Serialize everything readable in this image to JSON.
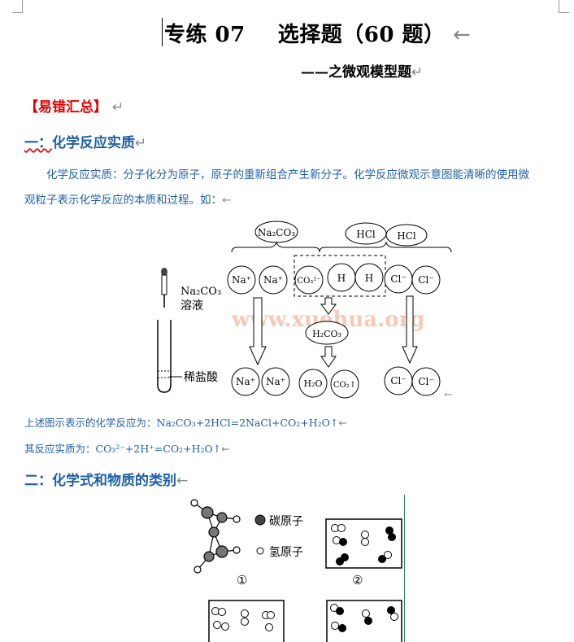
{
  "title": {
    "part1": "专练 07",
    "part2": "选择题（60 题）"
  },
  "subtitle": "——之微观模型题",
  "tag": "【易错汇总】",
  "section1": {
    "heading_prefix": "一：",
    "heading_text": "化学反应实质",
    "para_line1": "化学反应实质：分子化分为原子，原子的重新组合产生新分子。化学反应微观示意图能清晰的使用微",
    "para_line2": "观粒子表示化学反应的本质和过程。如："
  },
  "diagram1": {
    "reactant1": "Na₂CO₃",
    "reactant2": "HCl",
    "ions_top": [
      "Na⁺",
      "Na⁺",
      "CO₃²⁻",
      "H",
      "H",
      "Cl⁻",
      "Cl⁻"
    ],
    "intermediate": "H₂CO₃",
    "ions_bottom": [
      "Na⁺",
      "Na⁺",
      "H₂O",
      "CO₂↑",
      "Cl⁻",
      "Cl⁻"
    ],
    "tube_label_1": "Na₂CO₃",
    "tube_label_2": "溶液",
    "tube_label_3": "稀盐酸",
    "watermark": "www.xuehua.org"
  },
  "equation1": "上述图示表示的化学反应为：Na₂CO₃+2HCl=2NaCl+CO₂+H₂O↑",
  "equation2": "其反应实质为：CO₃²⁻+2H⁺=CO₂+H₂O↑",
  "section2": {
    "heading_prefix": "二：",
    "heading_text": "化学式和物质的类别"
  },
  "diagram2": {
    "legend_carbon": "碳原子",
    "legend_hydrogen": "氢原子",
    "label_1": "①",
    "label_2": "②"
  },
  "marks": {
    "return": "↵",
    "arrow": "←"
  }
}
